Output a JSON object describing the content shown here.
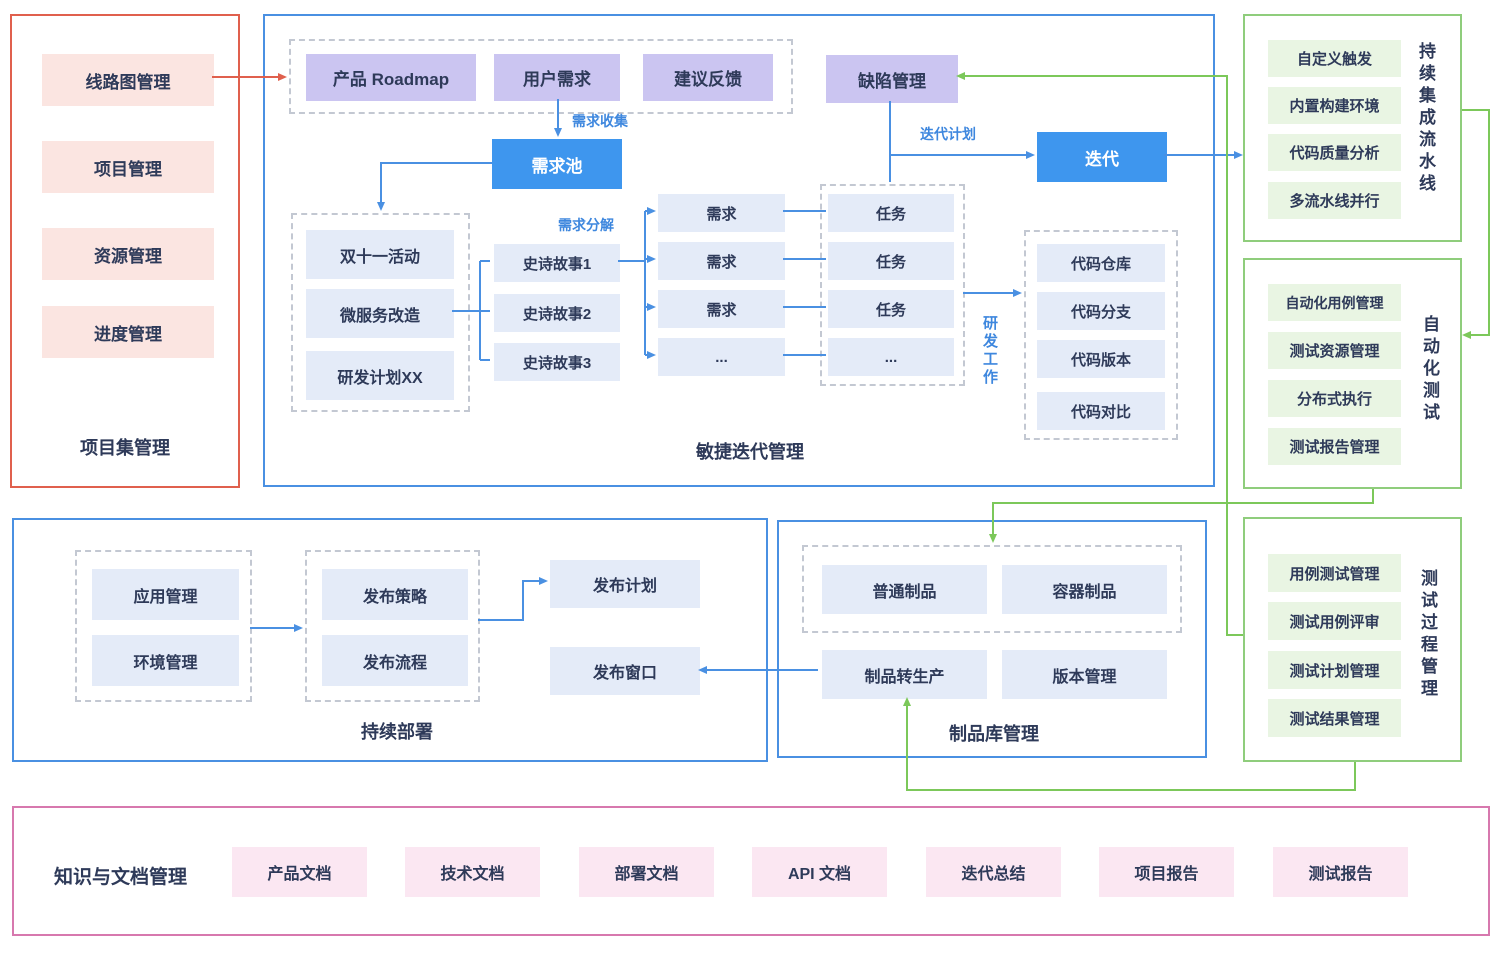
{
  "colors": {
    "dark_text": "#2e3a59",
    "red_border": "#e0604d",
    "blue_border": "#4a90e2",
    "green_border": "#8fcd7c",
    "pink_border": "#d778ae",
    "purple_fill": "#cbc5f1",
    "solid_blue_fill": "#3e96ee",
    "light_blue_fill": "#e4ebf8",
    "green_fill": "#e9f5e3",
    "rose_fill": "#fbe7f2",
    "pink_fill": "#fbe5e1",
    "blue_arrow": "#4a90e2",
    "green_arrow": "#7cc85a",
    "red_arrow": "#e0604d",
    "blue_label_text": "#3e87de"
  },
  "portfolio": {
    "title": "项目集管理",
    "items": [
      "线路图管理",
      "项目管理",
      "资源管理",
      "进度管理"
    ]
  },
  "agile": {
    "title": "敏捷迭代管理",
    "intake": [
      "产品 Roadmap",
      "用户需求",
      "建议反馈"
    ],
    "defect": "缺陷管理",
    "pool": "需求池",
    "iteration": "迭代",
    "labels": {
      "collect": "需求收集",
      "plan": "迭代计划",
      "decompose": "需求分解",
      "dev": "研发工作"
    },
    "epics_group": [
      "双十一活动",
      "微服务改造",
      "研发计划XX"
    ],
    "stories": [
      "史诗故事1",
      "史诗故事2",
      "史诗故事3"
    ],
    "requirements": [
      "需求",
      "需求",
      "需求",
      "..."
    ],
    "tasks": [
      "任务",
      "任务",
      "任务",
      "..."
    ],
    "code": [
      "代码仓库",
      "代码分支",
      "代码版本",
      "代码对比"
    ]
  },
  "pipeline": {
    "title": "持续集成流水线",
    "items": [
      "自定义触发",
      "内置构建环境",
      "代码质量分析",
      "多流水线并行"
    ]
  },
  "autotest": {
    "title": "自动化测试",
    "items": [
      "自动化用例管理",
      "测试资源管理",
      "分布式执行",
      "测试报告管理"
    ]
  },
  "testmgmt": {
    "title": "测试过程管理",
    "items": [
      "用例测试管理",
      "测试用例评审",
      "测试计划管理",
      "测试结果管理"
    ]
  },
  "deploy": {
    "title": "持续部署",
    "apps": [
      "应用管理",
      "环境管理"
    ],
    "release": [
      "发布策略",
      "发布流程"
    ],
    "plan": "发布计划",
    "window": "发布窗口"
  },
  "artifact": {
    "title": "制品库管理",
    "items": [
      "普通制品",
      "容器制品",
      "制品转生产",
      "版本管理"
    ]
  },
  "docs": {
    "title": "知识与文档管理",
    "items": [
      "产品文档",
      "技术文档",
      "部署文档",
      "API 文档",
      "迭代总结",
      "项目报告",
      "测试报告"
    ]
  }
}
